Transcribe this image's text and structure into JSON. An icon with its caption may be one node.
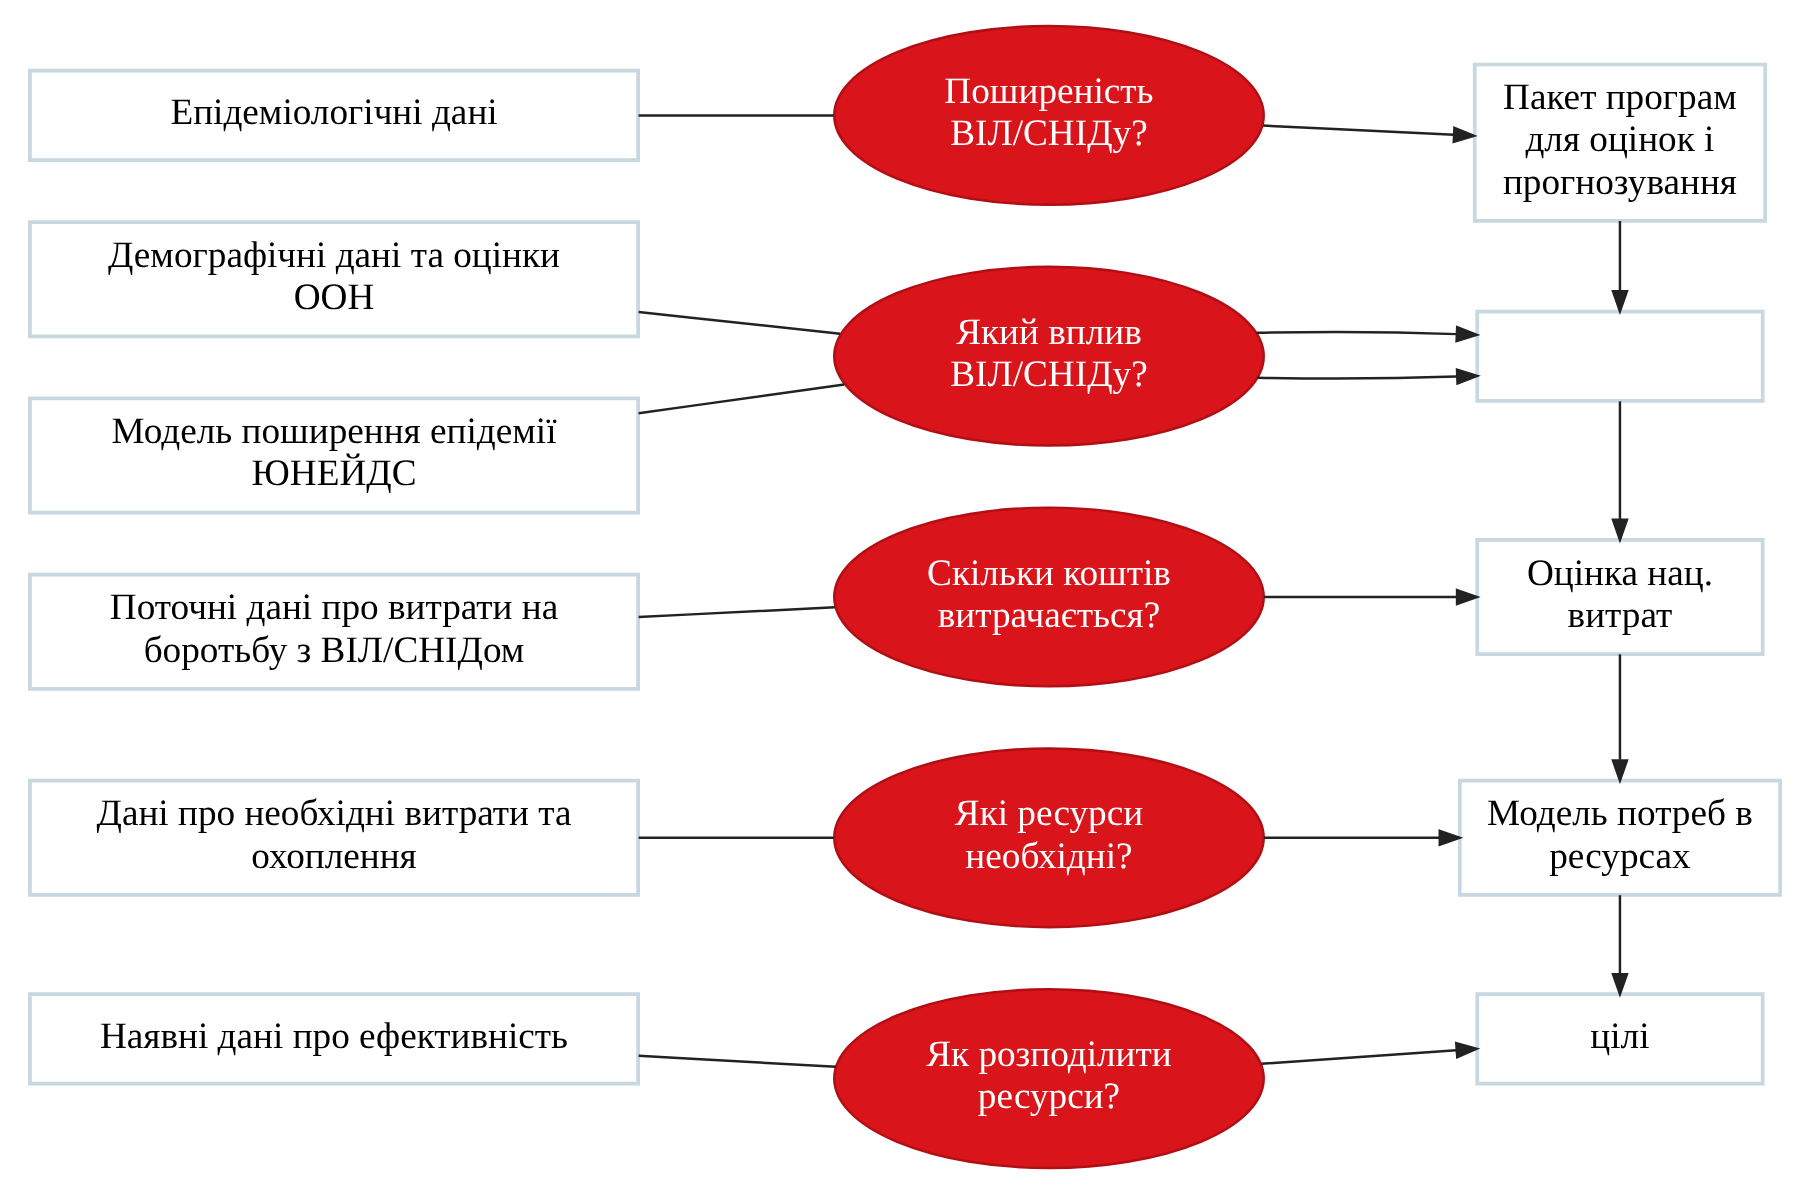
{
  "diagram": {
    "nodes": [
      {
        "text": [
          "Епідеміологічні дані"
        ]
      },
      {
        "text": [
          "Поширеність ВІЛ/СНІДу?"
        ]
      },
      {
        "text": [
          "Пакет програм для оцінок і прогнозування"
        ]
      },
      {
        "text": [
          "Демографічні дані та оцінки ООН"
        ]
      },
      {
        "text": [
          "Який вплив ВІЛ/СНІДу?"
        ]
      },
      {
        "text": [],
        "shape": "box"
      },
      {
        "text": [
          "Модель поширення епідемії ЮНЕЙДС"
        ]
      },
      {
        "text": [
          "Поточні дані про витрати на боротьбу з ВІЛ/СНІДом"
        ]
      },
      {
        "text": [
          "Скільки коштів витрачається?"
        ]
      },
      {
        "text": [
          "Оцінка нац. витрат"
        ]
      },
      {
        "text": [
          "Дані про необхідні витрати та охоплення"
        ]
      },
      {
        "text": [
          "Які ресурси необхідні?"
        ]
      },
      {
        "text": [
          "Модель потреб в ресурсах"
        ]
      },
      {
        "text": [
          "Наявні дані про ефективність"
        ]
      },
      {
        "text": [
          "Як розподілити ресурси?"
        ]
      },
      {
        "text": [
          "цілі"
        ]
      }
    ],
    "edges": [
      {
        "from": 0,
        "to": 1,
        "arrow": "none"
      },
      {
        "from": 1,
        "to": 2,
        "arrow": "to"
      },
      {
        "from": 2,
        "to": 5,
        "arrow": "to"
      },
      {
        "from": 3,
        "to": 4,
        "arrow": "none"
      },
      {
        "from": 6,
        "to": 4,
        "arrow": "none"
      },
      {
        "from": 4,
        "to": 5,
        "arrow": "to"
      },
      {
        "from": 4,
        "to": 5,
        "arrow": "to"
      },
      {
        "from": 5,
        "to": 9,
        "arrow": "to"
      },
      {
        "from": 7,
        "to": 8,
        "arrow": "none"
      },
      {
        "from": 8,
        "to": 9,
        "arrow": "to"
      },
      {
        "from": 9,
        "to": 12,
        "arrow": "to"
      },
      {
        "from": 10,
        "to": 11,
        "arrow": "none"
      },
      {
        "from": 11,
        "to": 12,
        "arrow": "to"
      },
      {
        "from": 12,
        "to": 15,
        "arrow": "to"
      },
      {
        "from": 13,
        "to": 14,
        "arrow": "none"
      },
      {
        "from": 14,
        "to": 15,
        "arrow": "to"
      }
    ]
  }
}
